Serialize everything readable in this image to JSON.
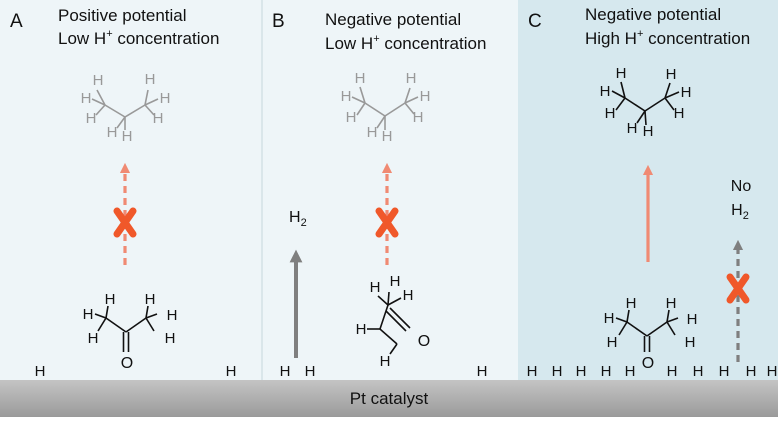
{
  "panels": [
    {
      "letter": "A",
      "title_line1": "Positive potential",
      "title_line2": "Low H",
      "title_sup": "+",
      "title_line2_rest": " concentration",
      "reaction": "blocked",
      "surface_h": [
        "H",
        "H"
      ]
    },
    {
      "letter": "B",
      "title_line1": "Negative potential",
      "title_line2": "Low H",
      "title_sup": "+",
      "title_line2_rest": " concentration",
      "reaction": "blocked",
      "h2_label": "H",
      "h2_sub": "2",
      "surface_h": [
        "H",
        "H",
        "H"
      ]
    },
    {
      "letter": "C",
      "title_line1": "Negative potential",
      "title_line2": "High H",
      "title_sup": "+",
      "title_line2_rest": " concentration",
      "reaction": "proceeds",
      "no_h2_line1": "No",
      "no_h2_label": "H",
      "no_h2_sub": "2",
      "surface_h": [
        "H",
        "H",
        "H",
        "H",
        "H",
        "H",
        "H",
        "H",
        "H",
        "H"
      ]
    }
  ],
  "molecules": {
    "propane_atom": "H",
    "acetone_oxygen": "O"
  },
  "catalyst_label": "Pt catalyst",
  "colors": {
    "panel_a_bg": "#eef5f8",
    "panel_b_bg": "#eef5f8",
    "panel_c_bg": "#d6e8ee",
    "catalyst_bar": "#a9a9a9",
    "blocked_arrow": "#f08a73",
    "cross": "#f0582a",
    "product_faded": "#999999",
    "h2_arrow": "#7f7f7f"
  }
}
